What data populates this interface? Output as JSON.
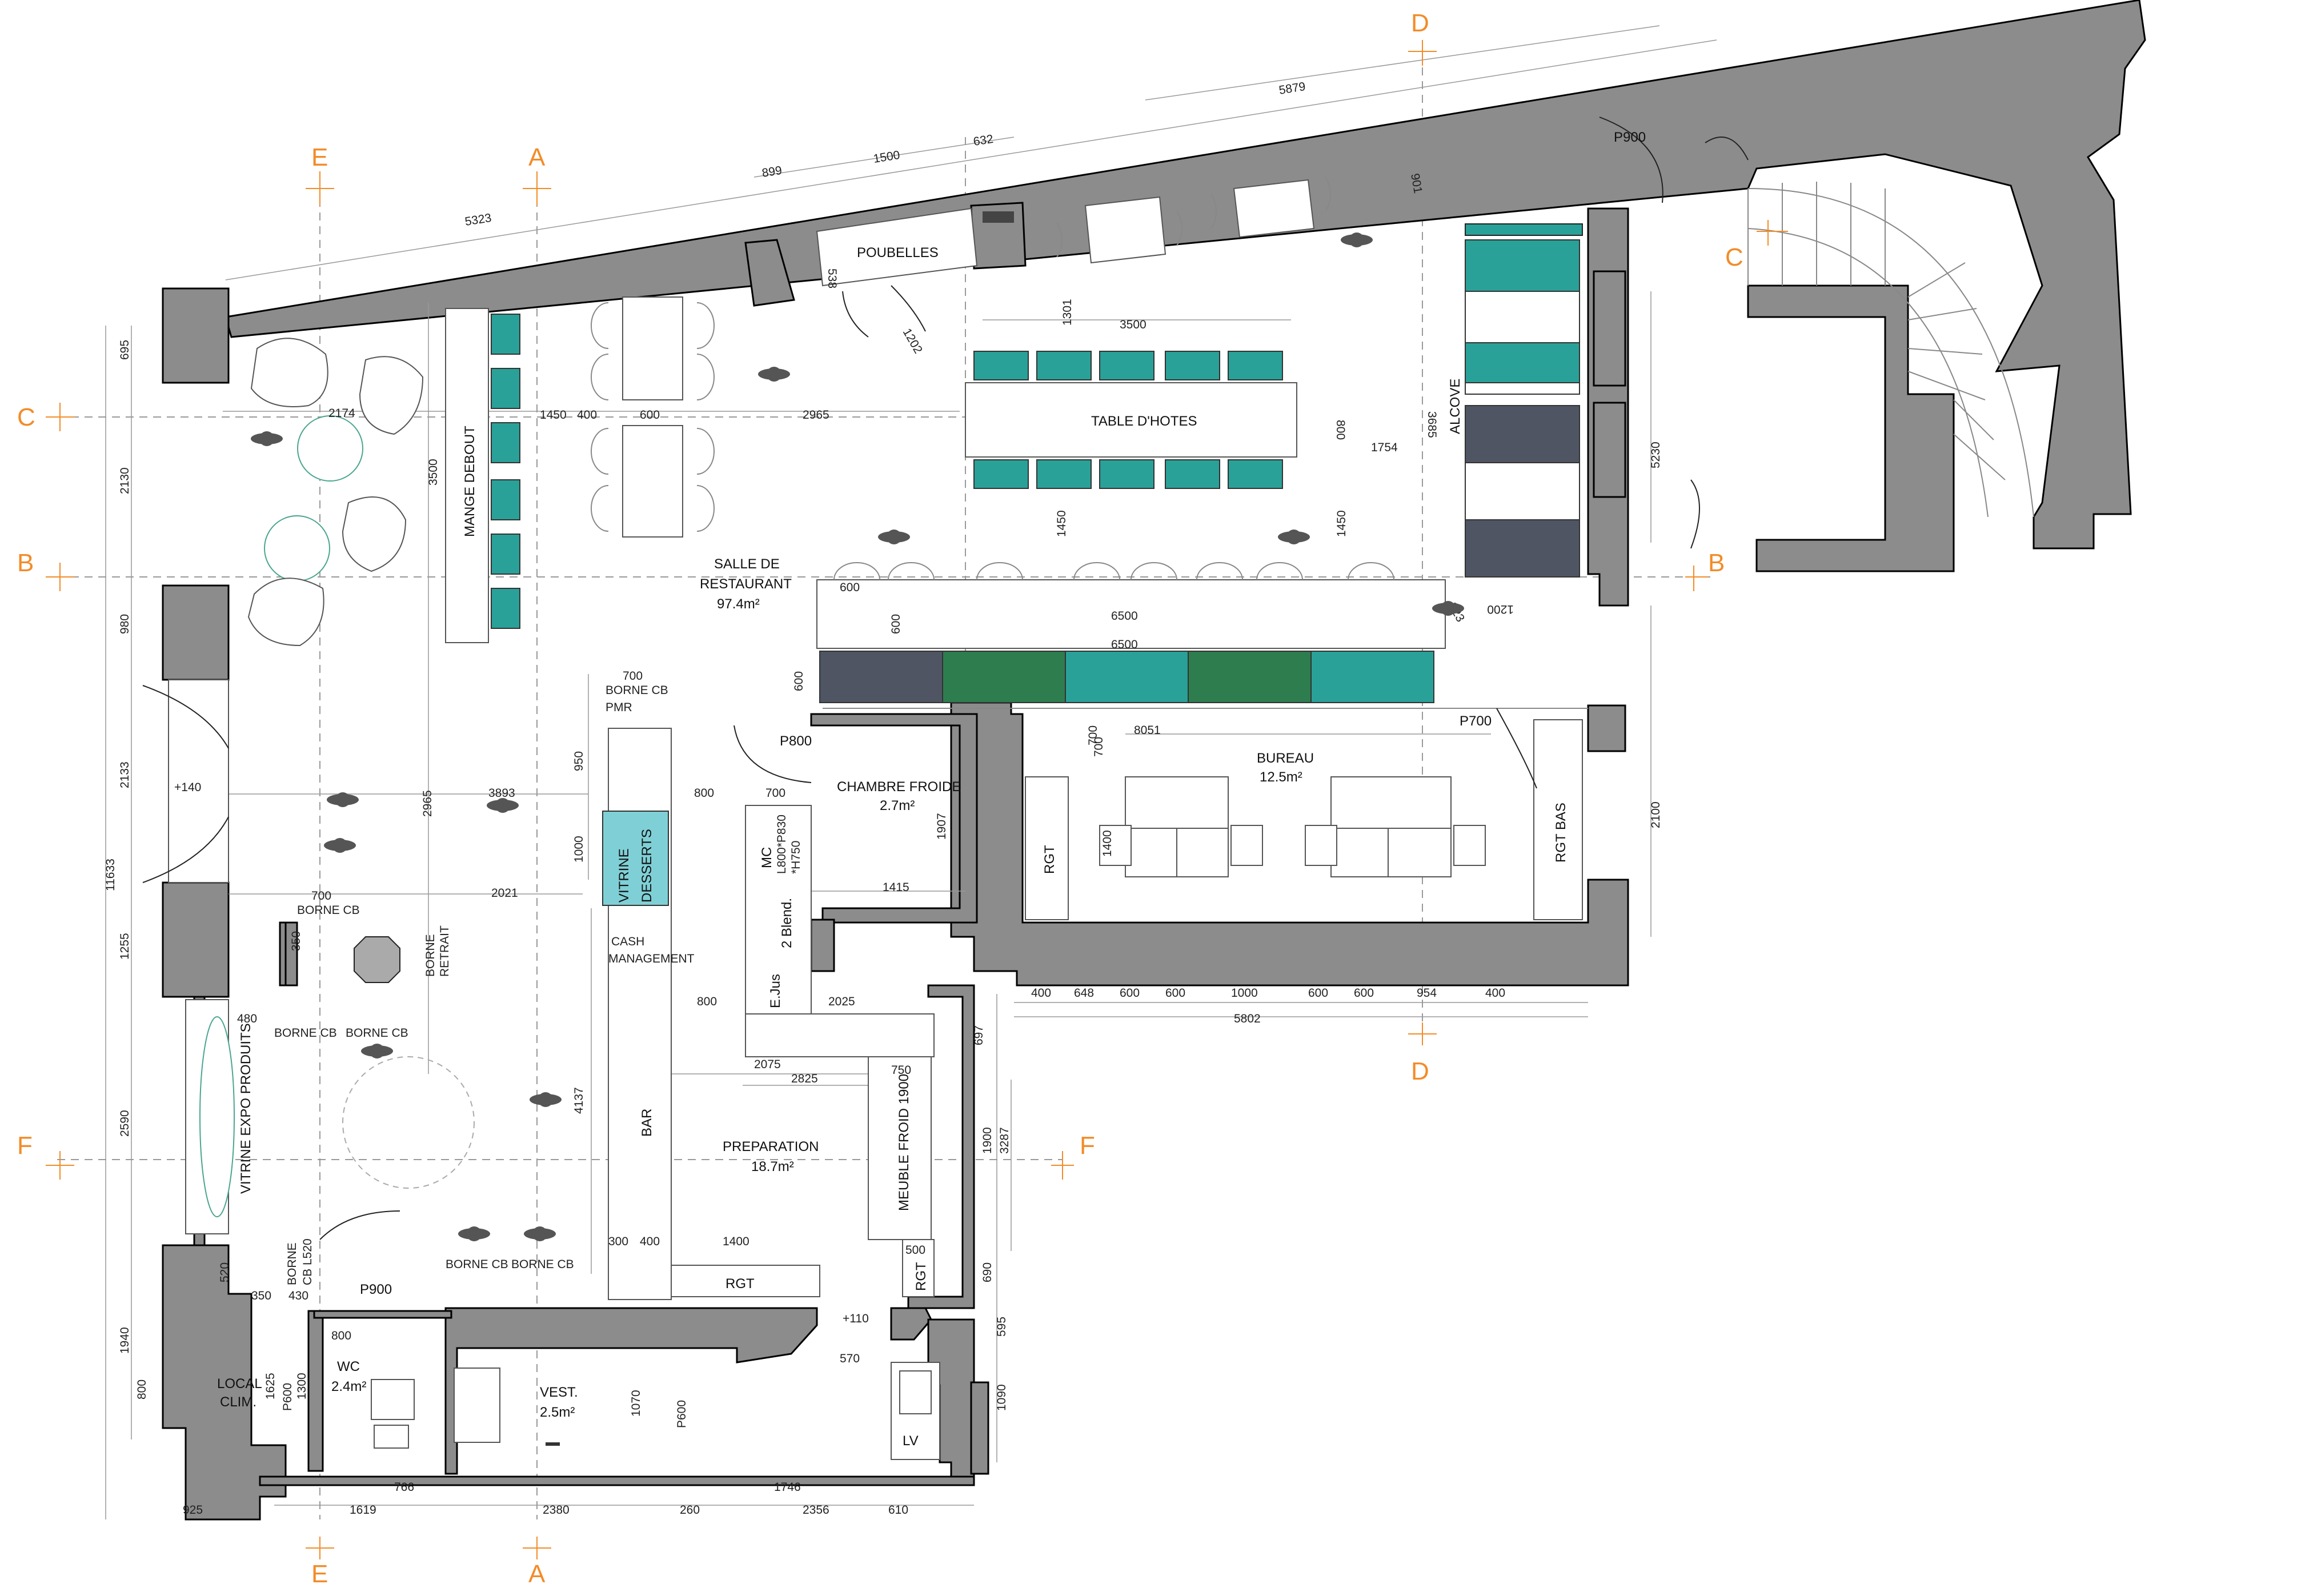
{
  "colors": {
    "wall": "#8c8c8c",
    "teal": "#2aa198",
    "green": "#2e7d4f",
    "slate": "#4f5563",
    "vitrine": "#7fd0d6",
    "section_marker": "#f28c28"
  },
  "section_markers": [
    "A",
    "B",
    "C",
    "D",
    "E",
    "F"
  ],
  "rooms": {
    "salle_title": "SALLE DE",
    "salle_sub": "RESTAURANT",
    "salle_area": "97.4m²",
    "bureau": "BUREAU",
    "bureau_area": "12.5m²",
    "chambre": "CHAMBRE FROIDE",
    "chambre_area": "2.7m²",
    "preparation": "PREPARATION",
    "preparation_area": "18.7m²",
    "vest": "VEST.",
    "vest_area": "2.5m²",
    "wc": "WC",
    "wc_area": "2.4m²",
    "local_a": "LOCAL",
    "local_b": "CLIM."
  },
  "labels": {
    "poubelles": "POUBELLES",
    "table_hotes": "TABLE D'HOTES",
    "alcove": "ALCOVE",
    "mange_debout": "MANGE DEBOUT",
    "borne_cb": "BORNE CB",
    "pmr": "PMR",
    "vitrine_desserts_a": "VITRINE",
    "vitrine_desserts_b": "DESSERTS",
    "cash_a": "CASH",
    "cash_b": "MANAGEMENT",
    "bar": "BAR",
    "borne_retrait_a": "BORNE",
    "borne_retrait_b": "RETRAIT",
    "vitrine_expo": "VITRINE EXPO PRODUITS",
    "mc": "MC",
    "mc_sub": "L800*P830",
    "mc_sub2": "*H750",
    "blend": "2 Blend.",
    "ejus": "E.Jus",
    "meuble_froid": "MEUBLE FROID 1900",
    "rgt": "RGT",
    "rgt_bas": "RGT BAS",
    "lv": "LV",
    "borne_l520_a": "BORNE",
    "borne_l520_b": "CB L520",
    "plus140": "+140",
    "plus110": "+110"
  },
  "doors": {
    "p900_top": "P900",
    "p800": "P800",
    "p700": "P700",
    "p900_bottom": "P900",
    "p600_wc": "P600",
    "p600_vest": "P600"
  },
  "dimensions": {
    "d5323": "5323",
    "d899": "899",
    "d1500": "1500",
    "d632": "632",
    "d5879": "5879",
    "d901": "901",
    "d538": "538",
    "d1202": "1202",
    "d1301": "1301",
    "d3500a": "3500",
    "d3500b": "3500",
    "d2174": "2174",
    "d400": "400",
    "d1450a": "1450",
    "d600": "600",
    "d2965a": "2965",
    "d800a": "800",
    "d1754": "1754",
    "d3685": "3685",
    "d5230": "5230",
    "d1450b": "1450",
    "d1450c": "1450",
    "d600b": "600",
    "d600c": "600",
    "d6500a": "6500",
    "d6500b": "6500",
    "d823": "823",
    "d1200": "1200",
    "d600d": "600",
    "d700a": "700",
    "d8051": "8051",
    "d700b": "700",
    "d950": "950",
    "d800b": "800",
    "d700c": "700",
    "d3893": "3893",
    "d2965b": "2965",
    "d1907": "1907",
    "d1000": "1000",
    "d1400a": "1400",
    "d2100": "2100",
    "d1415": "1415",
    "d2021": "2021",
    "d700d": "700",
    "d350a": "350",
    "d480": "480",
    "d800c": "800",
    "d2025": "2025",
    "d2075": "2075",
    "d2825": "2825",
    "d750": "750",
    "d697": "697",
    "d1900": "1900",
    "d3287": "3287",
    "d4137": "4137",
    "d300": "300",
    "d400b": "400",
    "d1400b": "1400",
    "d500": "500",
    "d690": "690",
    "d595": "595",
    "d570": "570",
    "d1090": "1090",
    "d1070": "1070",
    "d1300": "1300",
    "d1625": "1625",
    "d520": "520",
    "d350b": "350",
    "d430": "430",
    "d800d": "800",
    "d925": "925",
    "d1619": "1619",
    "d766": "766",
    "d2380": "2380",
    "d260": "260",
    "d1746": "1746",
    "d2356": "2356",
    "d610": "610",
    "d695": "695",
    "d2130": "2130",
    "d980": "980",
    "d2133": "2133",
    "d11633": "11633",
    "d1255": "1255",
    "d2590": "2590",
    "d1940": "1940",
    "d800e": "800",
    "d5802": "5802",
    "b400a": "400",
    "b648": "648",
    "b600a": "600",
    "b600b": "600",
    "b1000": "1000",
    "b600c": "600",
    "b600d": "600",
    "b954": "954",
    "b400b": "400"
  }
}
